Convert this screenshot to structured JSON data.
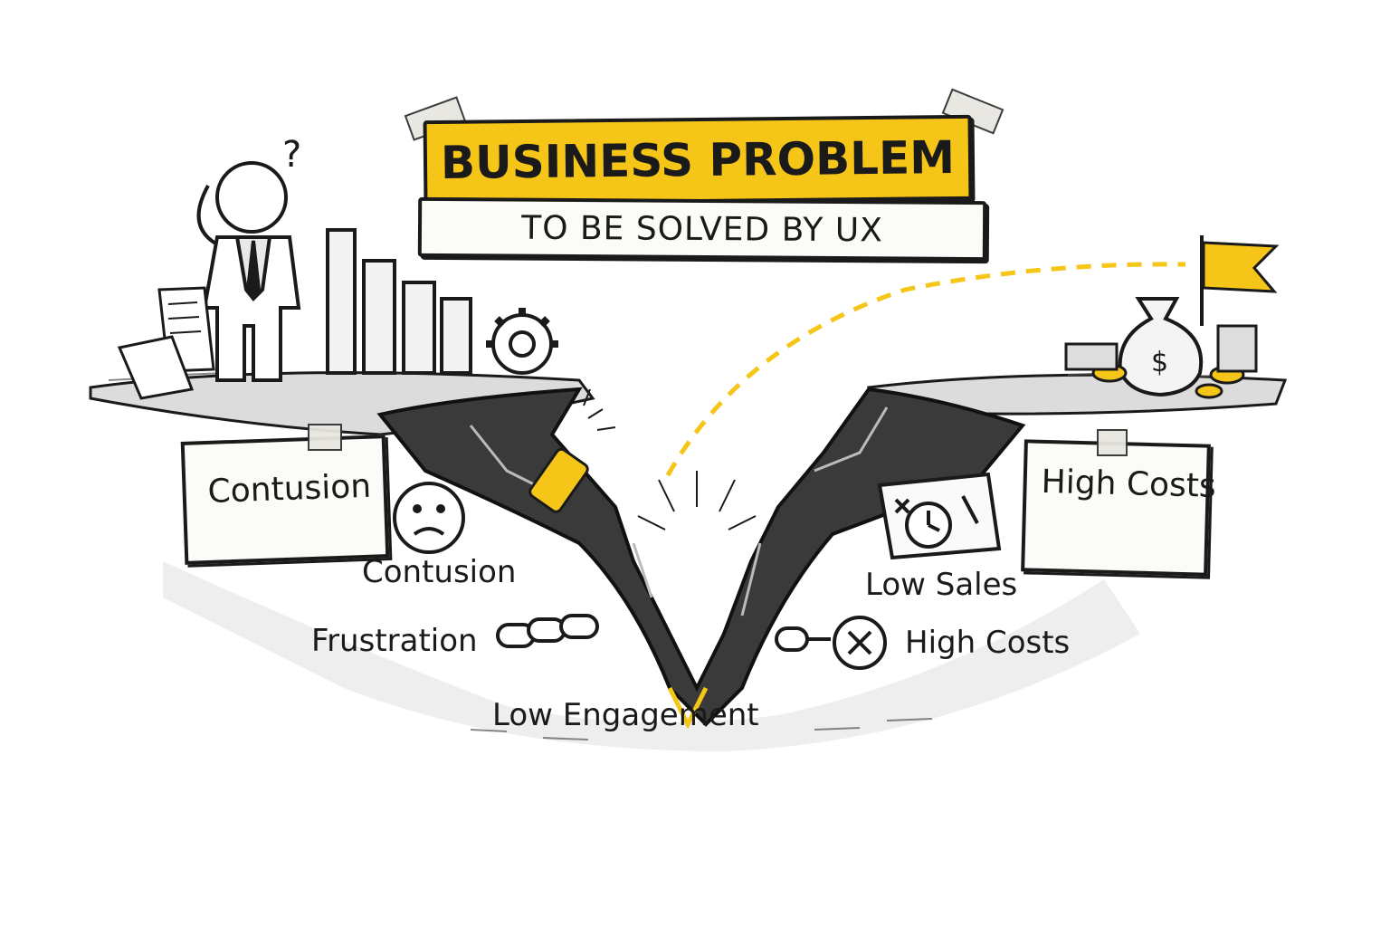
{
  "banner": {
    "title": "BUSINESS PROBLEM",
    "subtitle": "TO BE SOLVED BY UX"
  },
  "signs": {
    "left": "Contusion",
    "right": "High Costs"
  },
  "labels": {
    "confusion": "Contusion",
    "frustration": "Frustration",
    "low_engagement": "Low Engagement",
    "low_sales": "Low Sales",
    "high_costs": "High Costs"
  },
  "icons": {
    "money_bag_symbol": "$",
    "question_mark": "?"
  },
  "colors": {
    "accent": "#f5c518",
    "ink": "#1a1a1a",
    "paper": "#fbfbf8"
  }
}
